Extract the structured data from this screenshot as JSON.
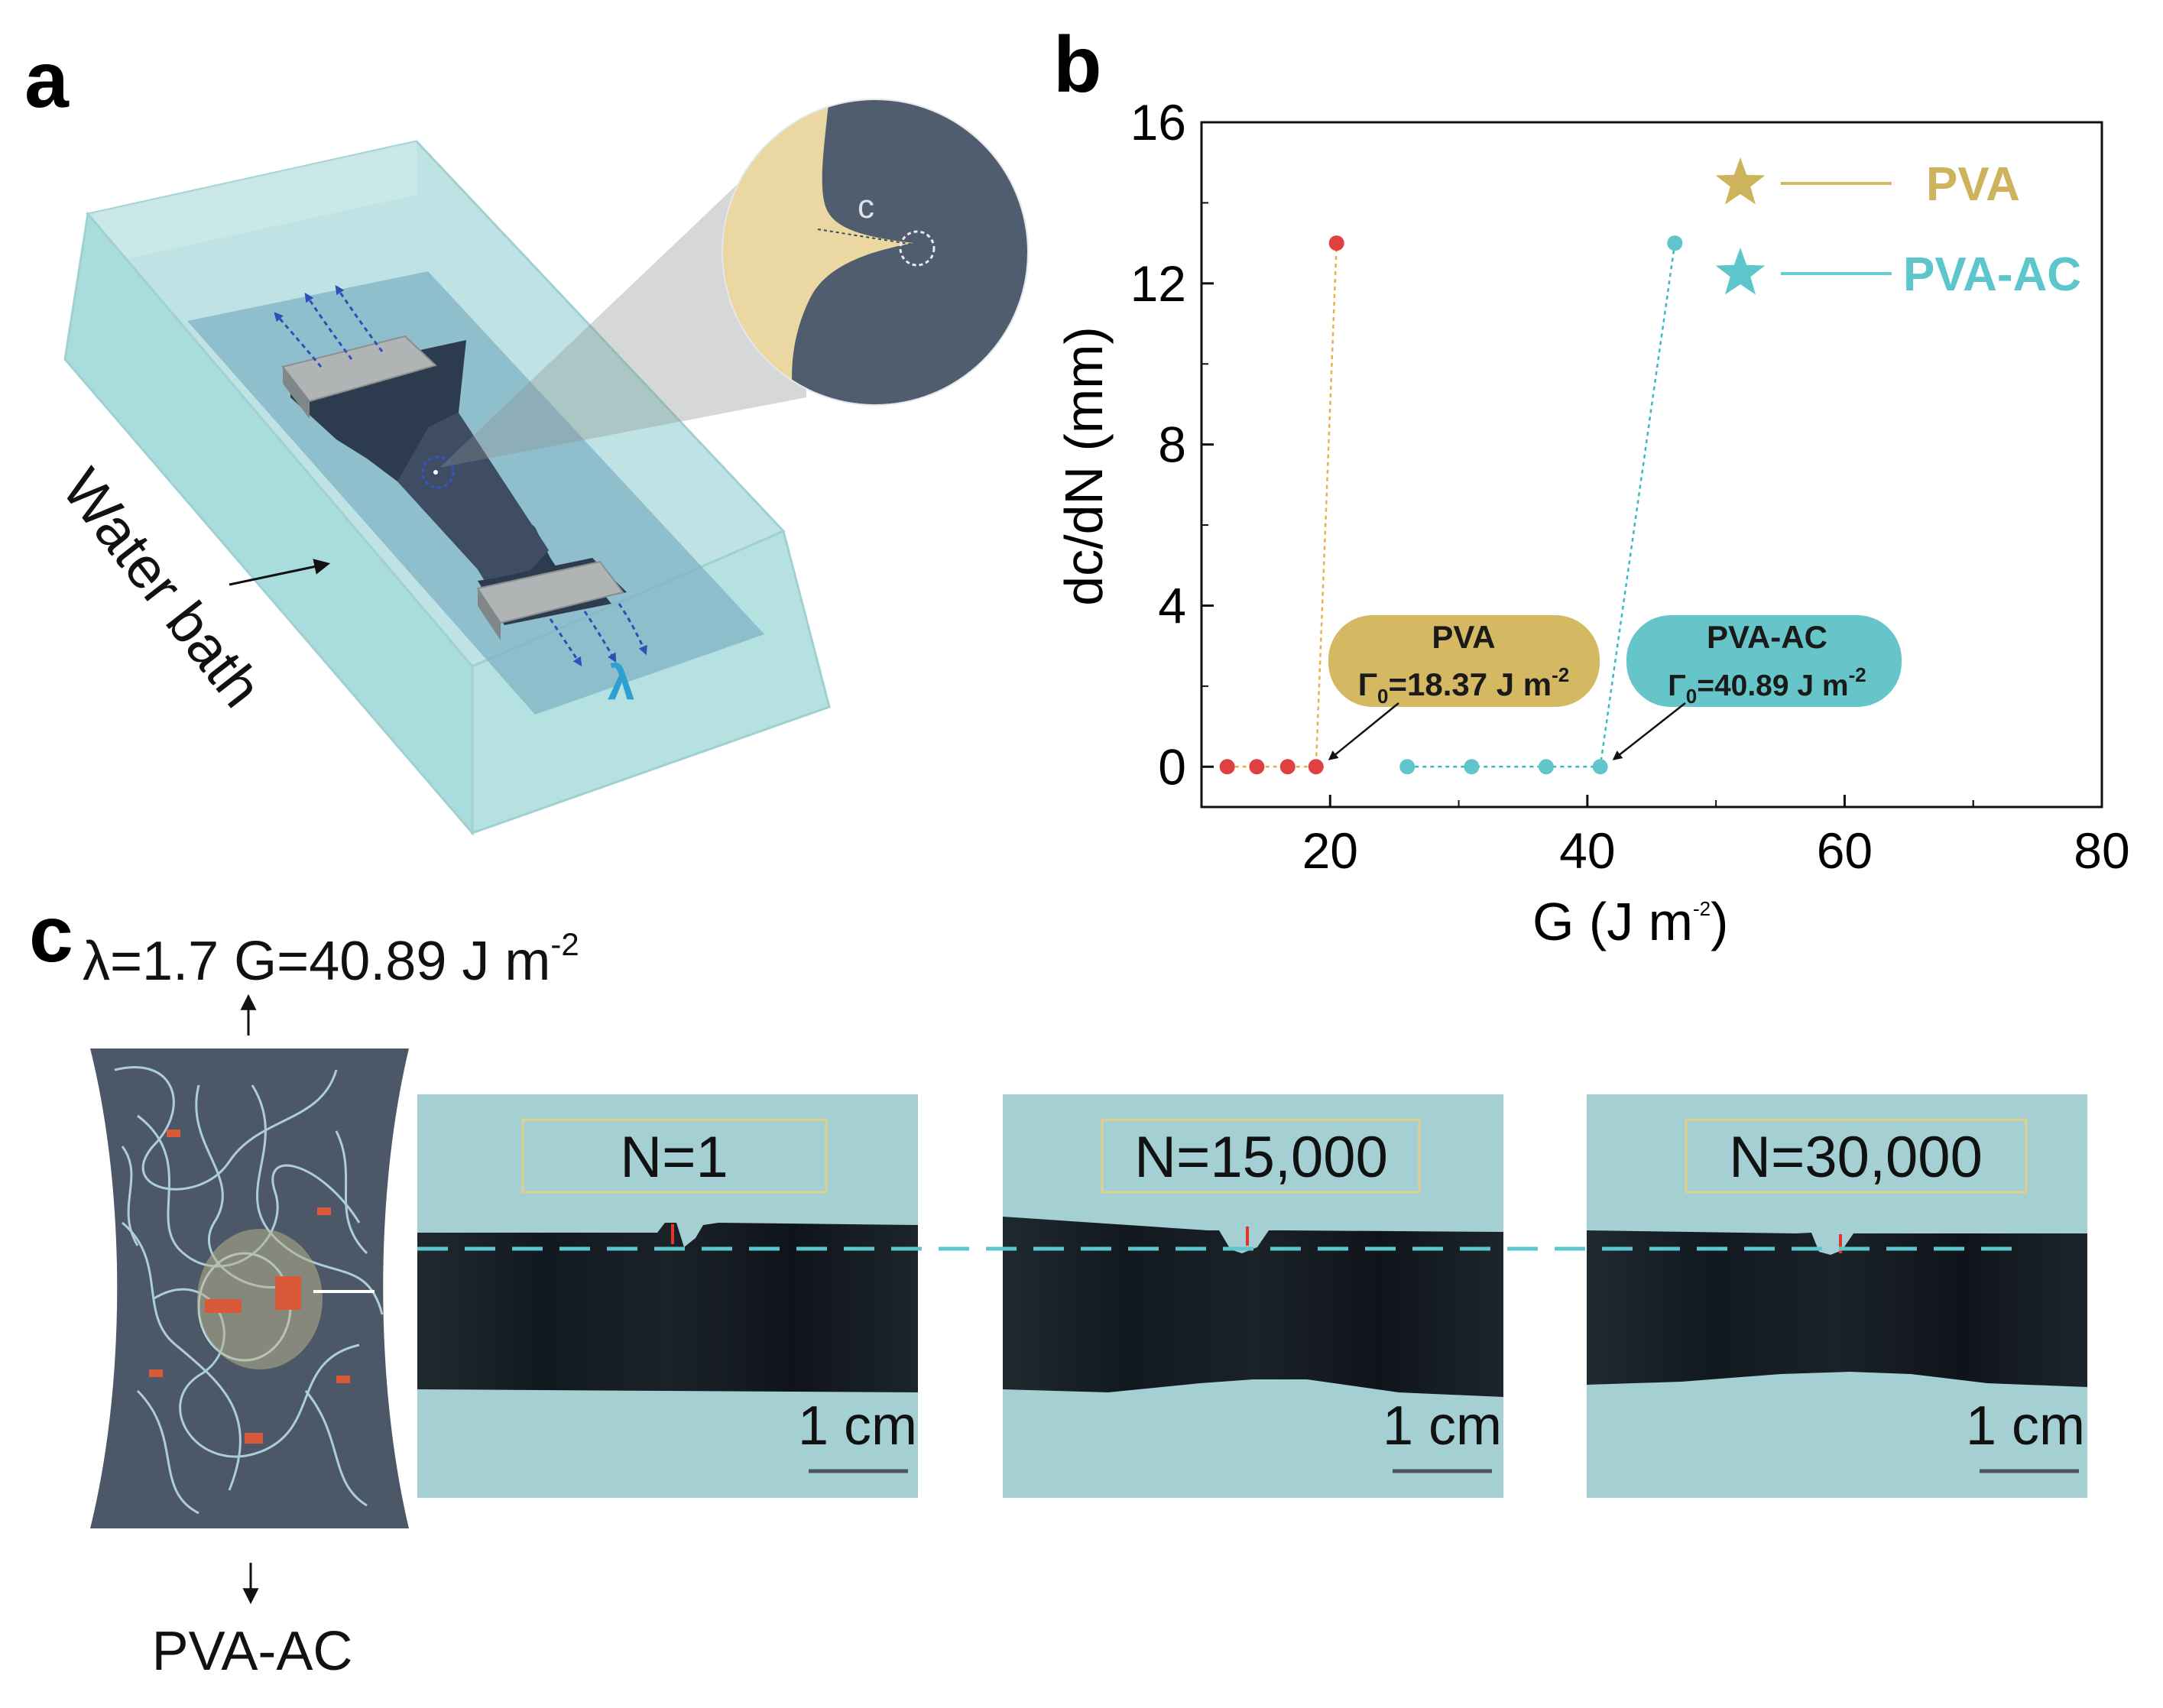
{
  "panels": {
    "a": {
      "label": "a",
      "water_bath_label": "Water bath",
      "lambda_symbol": "λ",
      "crack_label": "c"
    },
    "b": {
      "label": "b"
    },
    "c": {
      "label": "c",
      "header": "λ=1.7  G=40.89 J m",
      "header_exp": "-2",
      "network_caption": "PVA-AC",
      "photos": [
        {
          "cycles": "N=1",
          "scale": "1 cm"
        },
        {
          "cycles": "N=15,000",
          "scale": "1 cm"
        },
        {
          "cycles": "N=30,000",
          "scale": "1 cm"
        }
      ]
    }
  },
  "chart_data": {
    "type": "scatter",
    "xlabel_main": "G (J m",
    "xlabel_exp": "-2",
    "xlabel_end": ")",
    "ylabel": "dc/dN (mm)",
    "xlim": [
      10,
      80
    ],
    "ylim": [
      -1,
      16
    ],
    "xticks": [
      20,
      40,
      60,
      80
    ],
    "yticks": [
      0,
      4,
      8,
      12,
      16
    ],
    "series": [
      {
        "name": "PVA",
        "color": "#e04040",
        "line_color": "#e8b04a",
        "legend_color": "#cdb35b",
        "x": [
          12.0,
          14.3,
          16.7,
          18.9,
          20.5
        ],
        "y": [
          0,
          0,
          0,
          0,
          13
        ]
      },
      {
        "name": "PVA-AC",
        "color": "#60c6cc",
        "line_color": "#3cb8c4",
        "legend_color": "#5cc6cc",
        "x": [
          26.0,
          31.0,
          36.8,
          41.0,
          46.8
        ],
        "y": [
          0,
          0,
          0,
          0,
          13
        ]
      }
    ],
    "annotations": [
      {
        "title": "PVA",
        "gamma": "Γ",
        "gamma_sub": "0",
        "value": "=18.37 J m",
        "exp": "-2",
        "color": "#d4b862",
        "points_to_x": 18.9
      },
      {
        "title": "PVA-AC",
        "gamma": "Γ",
        "gamma_sub": "0",
        "value": "=40.89 J m",
        "exp": "-2",
        "color": "#66c5c9",
        "points_to_x": 41.0
      }
    ],
    "legend_position": "top-right"
  }
}
